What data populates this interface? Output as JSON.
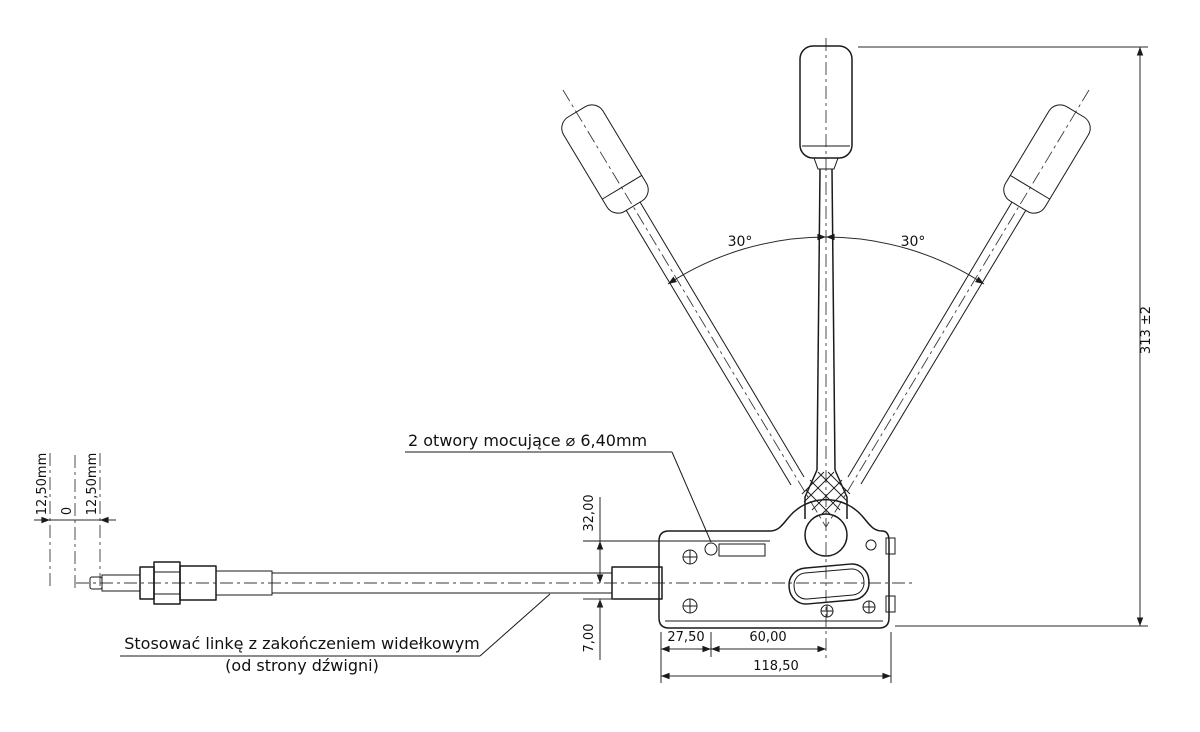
{
  "annotations": {
    "mounting_holes": "2 otwory mocujące ⌀ 6,40mm",
    "cable_note_line1": "Stosować linkę z zakończeniem widełkowym",
    "cable_note_line2": "(od strony dźwigni)"
  },
  "dimensions": {
    "offset_left": "12,50mm",
    "offset_zero": "0",
    "offset_right": "12,50mm",
    "body_height_upper": "32,00",
    "body_height_lower": "7,00",
    "hole_offset": "27,50",
    "hole_to_center": "60,00",
    "body_width": "118,50",
    "total_height": "313 ±2",
    "angle_left": "30°",
    "angle_right": "30°"
  },
  "colors": {
    "line": "#1a1a1a",
    "background": "#ffffff"
  }
}
